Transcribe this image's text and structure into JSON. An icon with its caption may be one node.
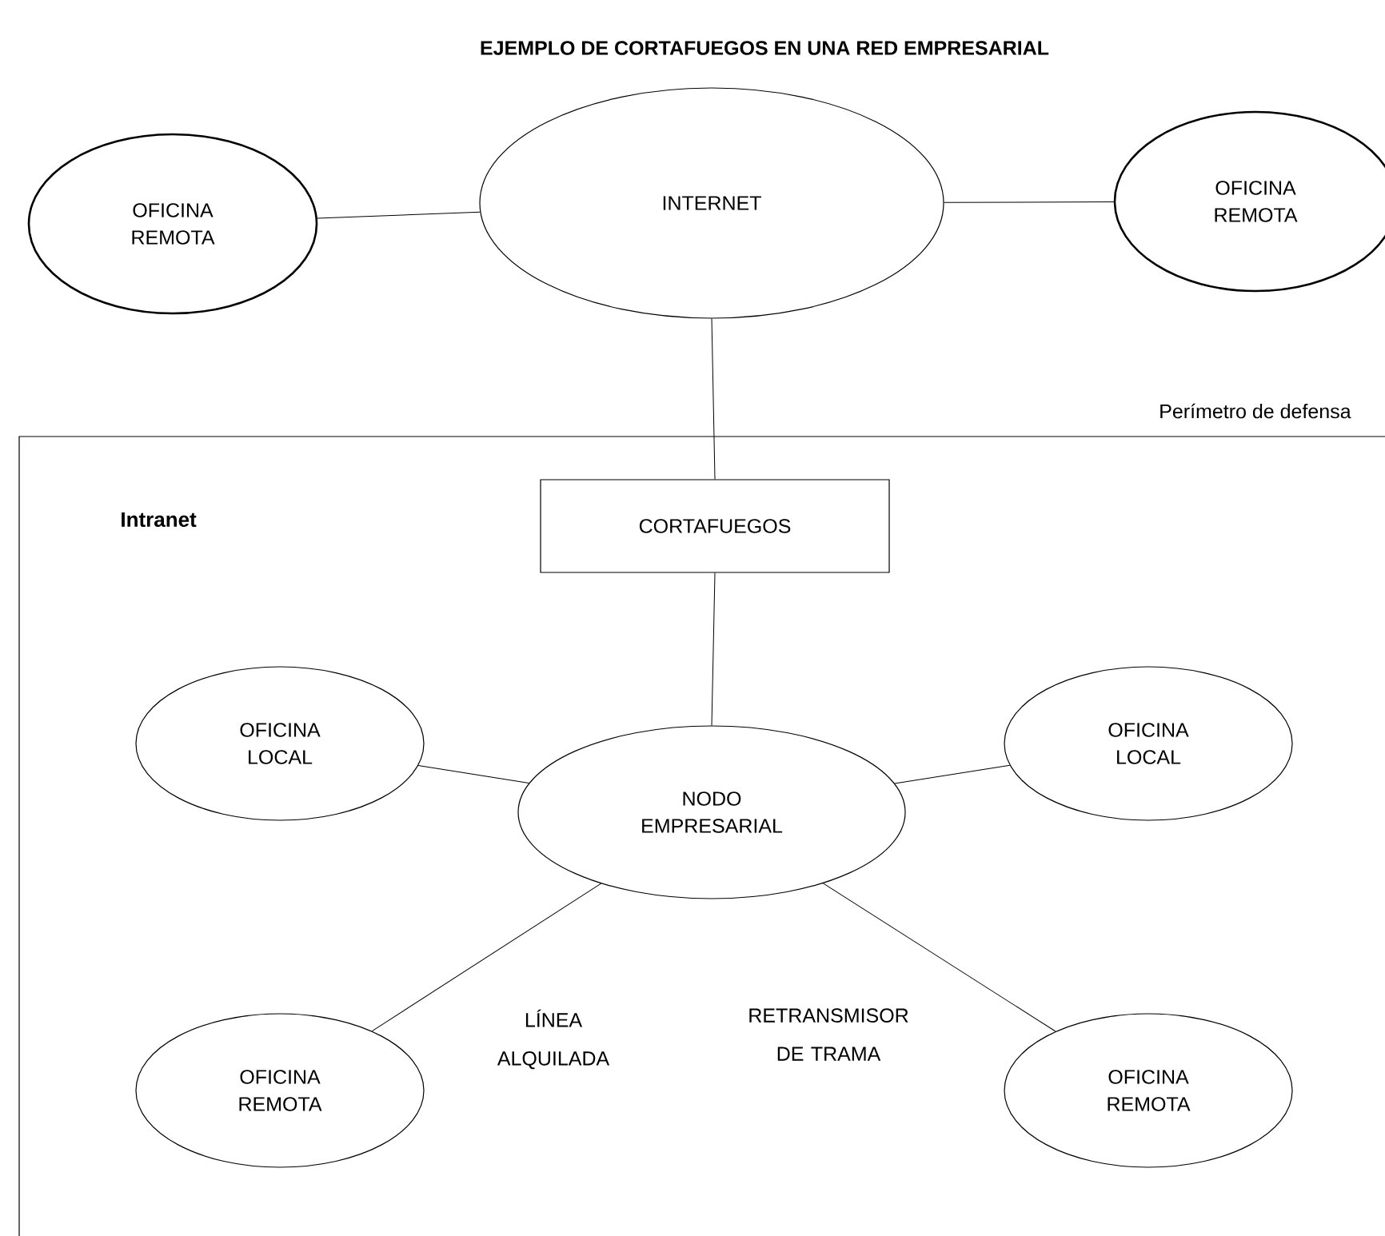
{
  "diagram": {
    "title": "EJEMPLO DE CORTAFUEGOS EN UNA RED EMPRESARIAL",
    "nodes": [
      {
        "text": [
          "OFICINA REMOTA"
        ]
      },
      {
        "text": [
          "INTERNET"
        ]
      },
      {
        "text": [
          "OFICINA REMOTA"
        ]
      },
      {
        "text": [
          "Intranet"
        ],
        "beside": [
          "Perímetro de defensa"
        ]
      },
      {
        "text": [
          "CORTAFUEGOS"
        ],
        "in": 3
      },
      {
        "text": [
          "NODO EMPRESARIAL"
        ],
        "in": 3
      },
      {
        "text": [
          "OFICINA LOCAL"
        ],
        "in": 3
      },
      {
        "text": [
          "OFICINA LOCAL"
        ],
        "in": 3
      },
      {
        "text": [
          "OFICINA REMOTA"
        ],
        "in": 3
      },
      {
        "text": [
          "OFICINA REMOTA"
        ],
        "in": 3
      }
    ],
    "edges": [
      {
        "from": 0,
        "to": 1,
        "arrow": "none"
      },
      {
        "from": 1,
        "to": 2,
        "arrow": "none"
      },
      {
        "from": 1,
        "to": 4,
        "arrow": "none"
      },
      {
        "from": 4,
        "to": 5,
        "arrow": "none"
      },
      {
        "from": 6,
        "to": 5,
        "arrow": "none"
      },
      {
        "from": 5,
        "to": 7,
        "arrow": "none"
      },
      {
        "from": 5,
        "to": 8,
        "arrow": "none",
        "label": "LÍNEA ALQUILADA"
      },
      {
        "from": 5,
        "to": 9,
        "arrow": "none",
        "label": "RETRANSMISOR DE TRAMA"
      }
    ]
  }
}
